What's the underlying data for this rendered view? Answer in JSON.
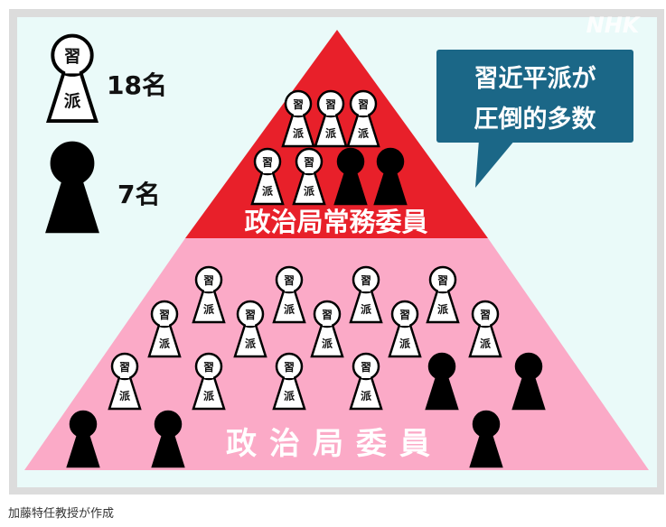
{
  "logo": "NHK",
  "legend": [
    {
      "type": "xi-faction",
      "count_label": "18名",
      "head_char": "習",
      "body_char": "派"
    },
    {
      "type": "other",
      "count_label": "7名"
    }
  ],
  "bubble": {
    "line1": "習近平派が",
    "line2": "圧倒的多数"
  },
  "tiers": {
    "standing_committee": "政治局常務委員",
    "politburo": "政治局委員"
  },
  "pawn_chars": {
    "head": "習",
    "body": "派"
  },
  "colors": {
    "red": "#e8202a",
    "pink": "#fbaac7",
    "bg": "#eafaf9",
    "bubble": "#1b6787"
  },
  "caption": "加藤特任教授が作成"
}
